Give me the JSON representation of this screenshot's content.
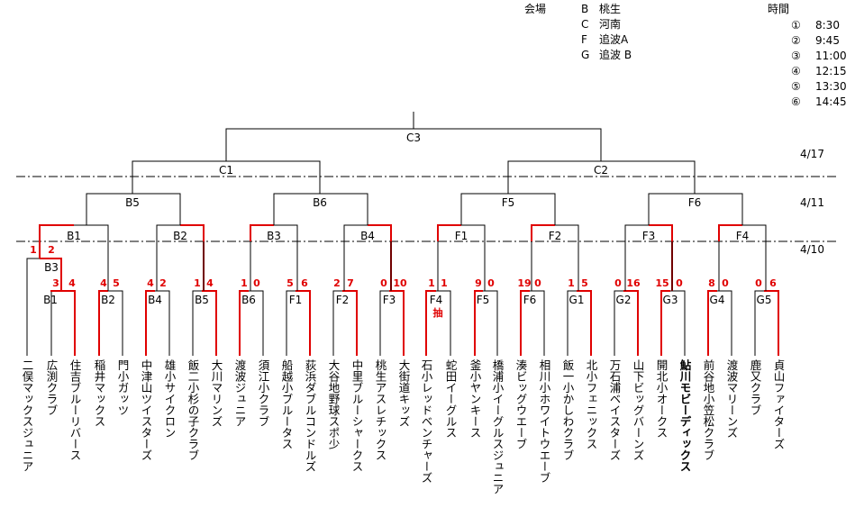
{
  "colors": {
    "line": "#000000",
    "winner": "#e00000"
  },
  "header": {
    "venue_title": "会場",
    "venues": [
      {
        "code": "B",
        "name": "桃生"
      },
      {
        "code": "C",
        "name": "河南"
      },
      {
        "code": "F",
        "name": "追波A"
      },
      {
        "code": "G",
        "name": "追波 B"
      }
    ],
    "time_title": "時間",
    "times": [
      {
        "mark": "①",
        "time": "8:30"
      },
      {
        "mark": "②",
        "time": "9:45"
      },
      {
        "mark": "③",
        "time": "11:00"
      },
      {
        "mark": "④",
        "time": "12:15"
      },
      {
        "mark": "⑤",
        "time": "13:30"
      },
      {
        "mark": "⑥",
        "time": "14:45"
      }
    ]
  },
  "dates": [
    "4/17",
    "4/11",
    "4/10"
  ],
  "matches": {
    "final": "C3",
    "semis": [
      "C1",
      "C2"
    ],
    "quarters": [
      "B5",
      "B6",
      "F5",
      "F6"
    ],
    "r16": [
      "B1",
      "B2",
      "B3",
      "B4",
      "F1",
      "F2",
      "F3",
      "F4"
    ],
    "first": [
      "B3",
      "B1",
      "B2",
      "B4",
      "B5",
      "B6",
      "F1",
      "F2",
      "F3",
      "F4",
      "F5",
      "F6",
      "G1",
      "G2",
      "G3",
      "G4",
      "G5"
    ]
  },
  "note": "抽",
  "scores": [
    "1",
    "2",
    "3",
    "4",
    "4",
    "5",
    "4",
    "2",
    "1",
    "4",
    "1",
    "0",
    "5",
    "6",
    "2",
    "7",
    "0",
    "10",
    "1",
    "1",
    "9",
    "0",
    "19",
    "0",
    "1",
    "5",
    "0",
    "16",
    "15",
    "0",
    "8",
    "0",
    "0",
    "6"
  ],
  "teams": [
    "二俣マックスジュニア",
    "広渕クラブ",
    "住吉ブルーリバース",
    "稲井マックス",
    "門小ガッツ",
    "中津山ツイスターズ",
    "雄小サイクロン",
    "飯二小杉の子クラブ",
    "大川マリンズ",
    "渡波ジュニア",
    "須江小クラブ",
    "船越小ブルータス",
    "荻浜ダブルコンドルズ",
    "大谷地野球スポ少",
    "中里ブルーシャークス",
    "桃生アスレチックス",
    "大街道キッズ",
    "石小レッドベンチャーズ",
    "蛇田イーグルス",
    "釜小ヤンキース",
    "橋浦小イーグルスジュニア",
    "湊ビッグウエーブ",
    "相川小ホワイトウエーブ",
    "飯一小かしわクラブ",
    "北小フェニックス",
    "万石浦ベイスターズ",
    "山下ビッグバーンズ",
    "開北小オークス",
    "鮎川モビーディックス",
    "前谷地小笠松クラブ",
    "渡波マリーンズ",
    "鹿又クラブ",
    "貞山ファイターズ"
  ]
}
